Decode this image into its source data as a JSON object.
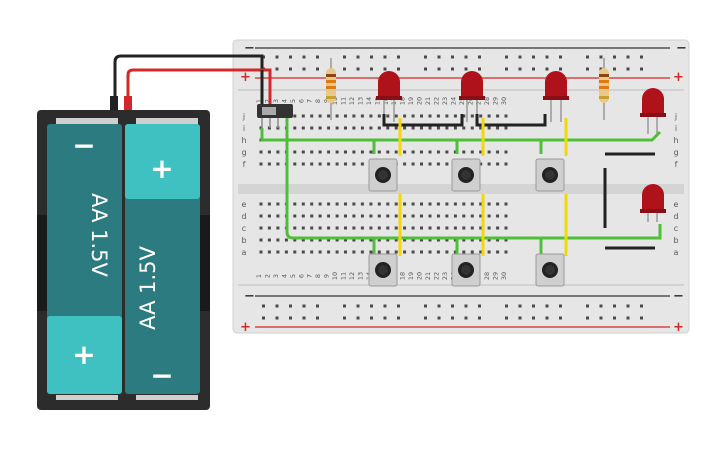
{
  "battery": {
    "cell_left": {
      "label": "AA 1.5V",
      "top_symbol": "−",
      "bottom_symbol": "+"
    },
    "cell_right": {
      "label": "AA 1.5V",
      "top_symbol": "+",
      "bottom_symbol": "−"
    }
  },
  "breadboard": {
    "rail_top_minus": "−",
    "rail_top_plus": "+",
    "rail_bottom_minus": "−",
    "rail_bottom_plus": "+",
    "row_letters_top": [
      "j",
      "i",
      "h",
      "g",
      "f"
    ],
    "row_letters_bottom": [
      "e",
      "d",
      "c",
      "b",
      "a"
    ],
    "column_labels": [
      "1",
      "2",
      "3",
      "4",
      "5",
      "6",
      "7",
      "8",
      "9",
      "10",
      "11",
      "12",
      "13",
      "14",
      "15",
      "16",
      "17",
      "18",
      "19",
      "20",
      "21",
      "22",
      "23",
      "24",
      "25",
      "26",
      "27",
      "28",
      "29",
      "30"
    ]
  },
  "colors": {
    "wire_red": "#d42828",
    "wire_black": "#222222",
    "wire_green": "#4fbf3a",
    "wire_yellow": "#f2d80a",
    "led_red": "#b0121b",
    "cell_teal": "#2b7b80",
    "cell_light": "#3fc1c2"
  },
  "icons": [
    "battery-holder-icon",
    "slide-switch-icon",
    "resistor-icon",
    "led-icon",
    "pushbutton-icon"
  ]
}
